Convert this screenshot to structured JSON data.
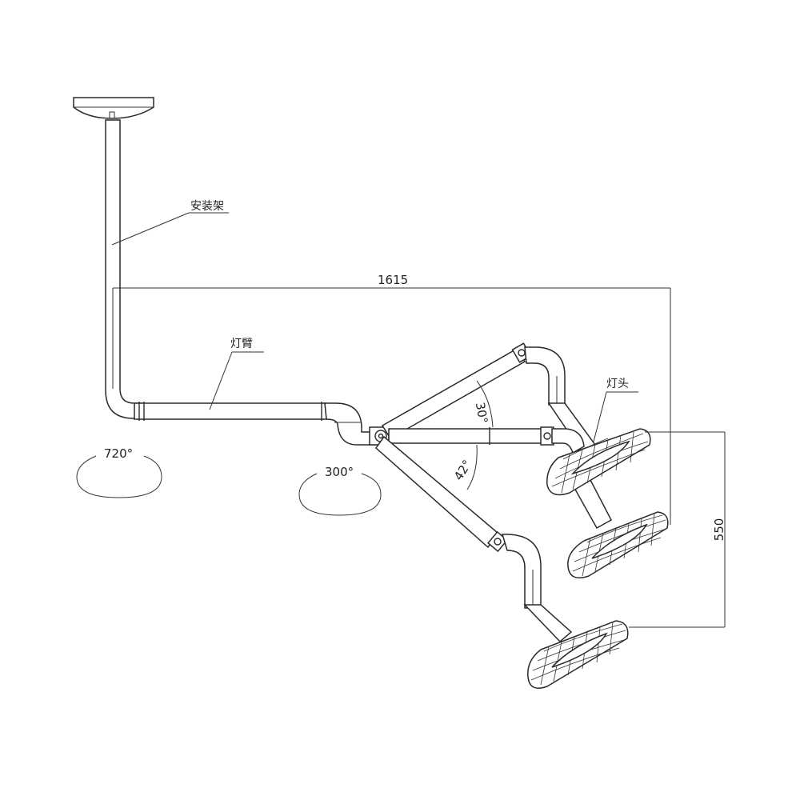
{
  "labels": {
    "mount": "安装架",
    "arm": "灯臂",
    "head": "灯头"
  },
  "dimensions": {
    "width": "1615",
    "height": "550"
  },
  "angles": {
    "mount_rotation": "720°",
    "arm_rotation": "300°",
    "upper_tilt": "30°",
    "lower_tilt": "42°"
  }
}
